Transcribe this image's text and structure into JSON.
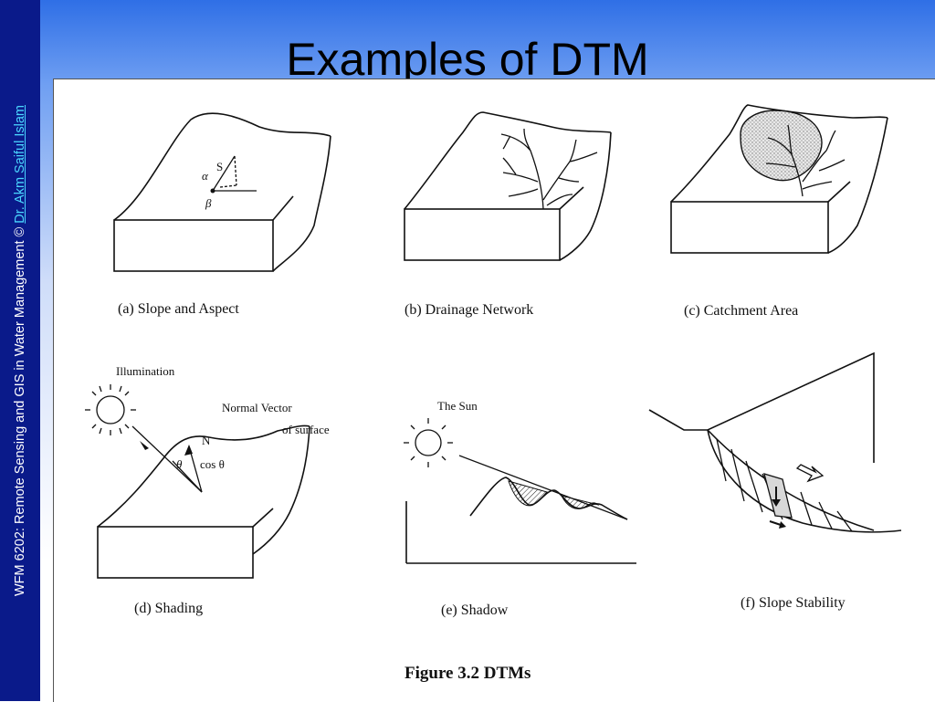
{
  "slide": {
    "title": "Examples of DTM",
    "sidebar_text": "WFM 6202: Remote Sensing and GIS in Water Management © ",
    "sidebar_author": "Dr. Akm Saiful Islam"
  },
  "figure": {
    "title": "Figure 3.2 DTMs",
    "panels": [
      {
        "id": "a",
        "caption": "(a) Slope and Aspect"
      },
      {
        "id": "b",
        "caption": "(b) Drainage Network"
      },
      {
        "id": "c",
        "caption": "(c) Catchment Area"
      },
      {
        "id": "d",
        "caption": "(d) Shading"
      },
      {
        "id": "e",
        "caption": "(e) Shadow"
      },
      {
        "id": "f",
        "caption": "(f) Slope Stability"
      }
    ],
    "labels": {
      "alpha": "α",
      "s": "S",
      "beta": "β",
      "illumination": "Illumination",
      "normal_vector_line1": "Normal Vector",
      "normal_vector_line2": "of surface",
      "n": "N",
      "theta": "θ",
      "cos_theta": "cos θ",
      "the_sun": "The Sun"
    }
  }
}
